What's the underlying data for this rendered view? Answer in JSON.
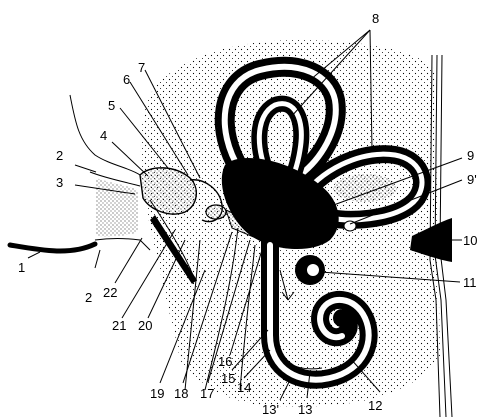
{
  "labels": {
    "l1": "1",
    "l2a": "2",
    "l2b": "2",
    "l3": "3",
    "l4": "4",
    "l5": "5",
    "l6": "6",
    "l7": "7",
    "l8": "8",
    "l9": "9",
    "l9p": "9'",
    "l10": "10",
    "l11": "11",
    "l12": "12",
    "l13": "13",
    "l13p": "13'",
    "l14": "14",
    "l15": "15",
    "l16": "16",
    "l17": "17",
    "l18": "18",
    "l19": "19",
    "l20": "20",
    "l21": "21",
    "l22": "22"
  },
  "colors": {
    "ink": "#000000",
    "paper": "#ffffff"
  }
}
